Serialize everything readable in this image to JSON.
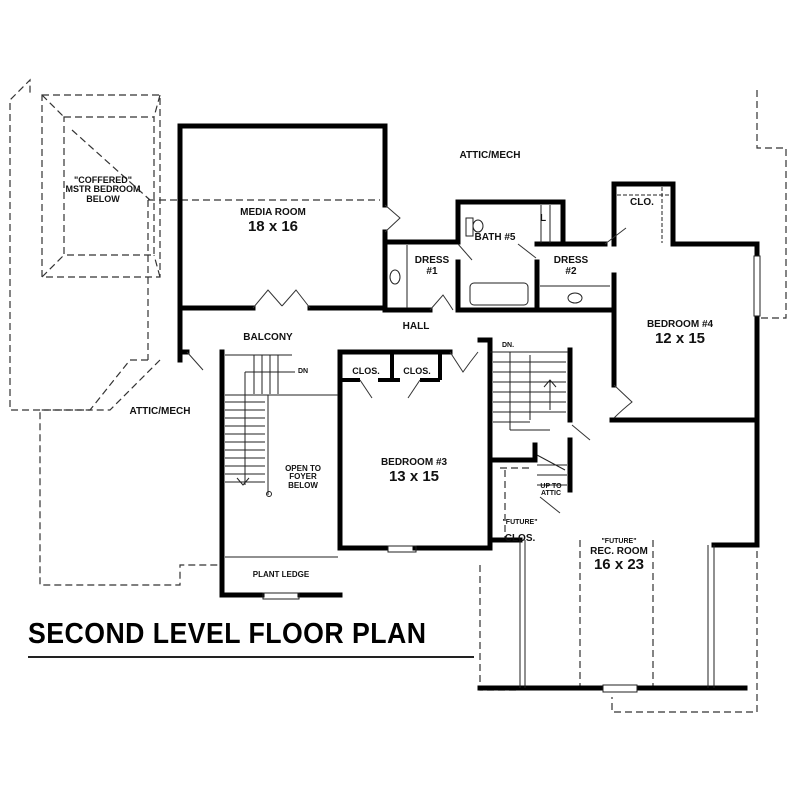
{
  "plan": {
    "title": "SECOND LEVEL FLOOR PLAN",
    "colors": {
      "wall": "#000000",
      "line": "#333333",
      "background": "#ffffff"
    },
    "rooms": {
      "coffered": {
        "line1": "\"COFFERED\"",
        "line2": "MSTR BEDROOM",
        "line3": "BELOW"
      },
      "attic_top": {
        "name": "ATTIC/MECH"
      },
      "attic_left": {
        "name": "ATTIC/MECH"
      },
      "media_room": {
        "name": "MEDIA ROOM",
        "size": "18 x 16"
      },
      "bath5": {
        "name": "BATH #5"
      },
      "dress1": {
        "line1": "DRESS",
        "line2": "#1"
      },
      "dress2": {
        "line1": "DRESS",
        "line2": "#2"
      },
      "clo_top": {
        "name": "CLO."
      },
      "bedroom4": {
        "name": "BEDROOM #4",
        "size": "12 x 15"
      },
      "balcony": {
        "name": "BALCONY"
      },
      "hall": {
        "name": "HALL"
      },
      "clos_a": {
        "name": "CLOS."
      },
      "clos_b": {
        "name": "CLOS."
      },
      "bedroom3": {
        "name": "BEDROOM #3",
        "size": "13 x 15"
      },
      "open_foyer": {
        "line1": "OPEN TO",
        "line2": "FOYER",
        "line3": "BELOW"
      },
      "plant_ledge": {
        "name": "PLANT LEDGE"
      },
      "stair_dn_left": {
        "name": "DN"
      },
      "stair_dn_right": {
        "name": "DN."
      },
      "up_attic": {
        "line1": "UP TO",
        "line2": "ATTIC"
      },
      "future_clos": {
        "line1": "\"FUTURE\"",
        "line2": "CLOS."
      },
      "rec_room": {
        "tag": "\"FUTURE\"",
        "name": "REC. ROOM",
        "size": "16 x 23"
      },
      "linen": {
        "name": "L"
      }
    }
  }
}
